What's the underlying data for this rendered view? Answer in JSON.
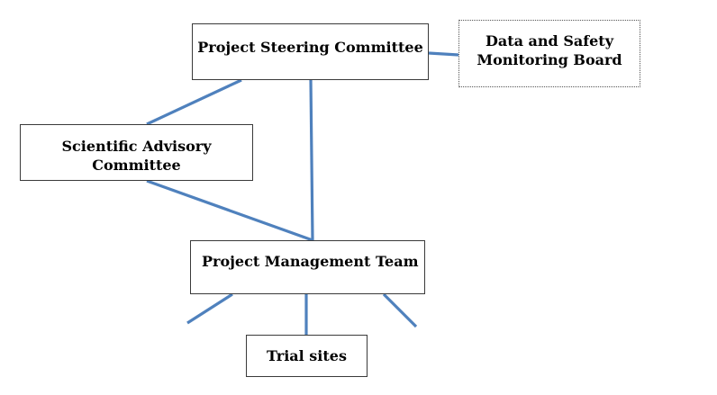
{
  "nodes": {
    "project_steering_committee": "Project Steering Committee",
    "data_safety_board_line1": "Data and Safety",
    "data_safety_board_line2": "Monitoring Board",
    "scientific_advisory_line1": "Scientific Advisory",
    "scientific_advisory_line2": "Committee",
    "project_management_team": "Project Management Team",
    "trial_sites": "Trial sites"
  },
  "colors": {
    "connector": "#4f81bd",
    "box_border": "#3a3a3a",
    "text": "#000000"
  }
}
